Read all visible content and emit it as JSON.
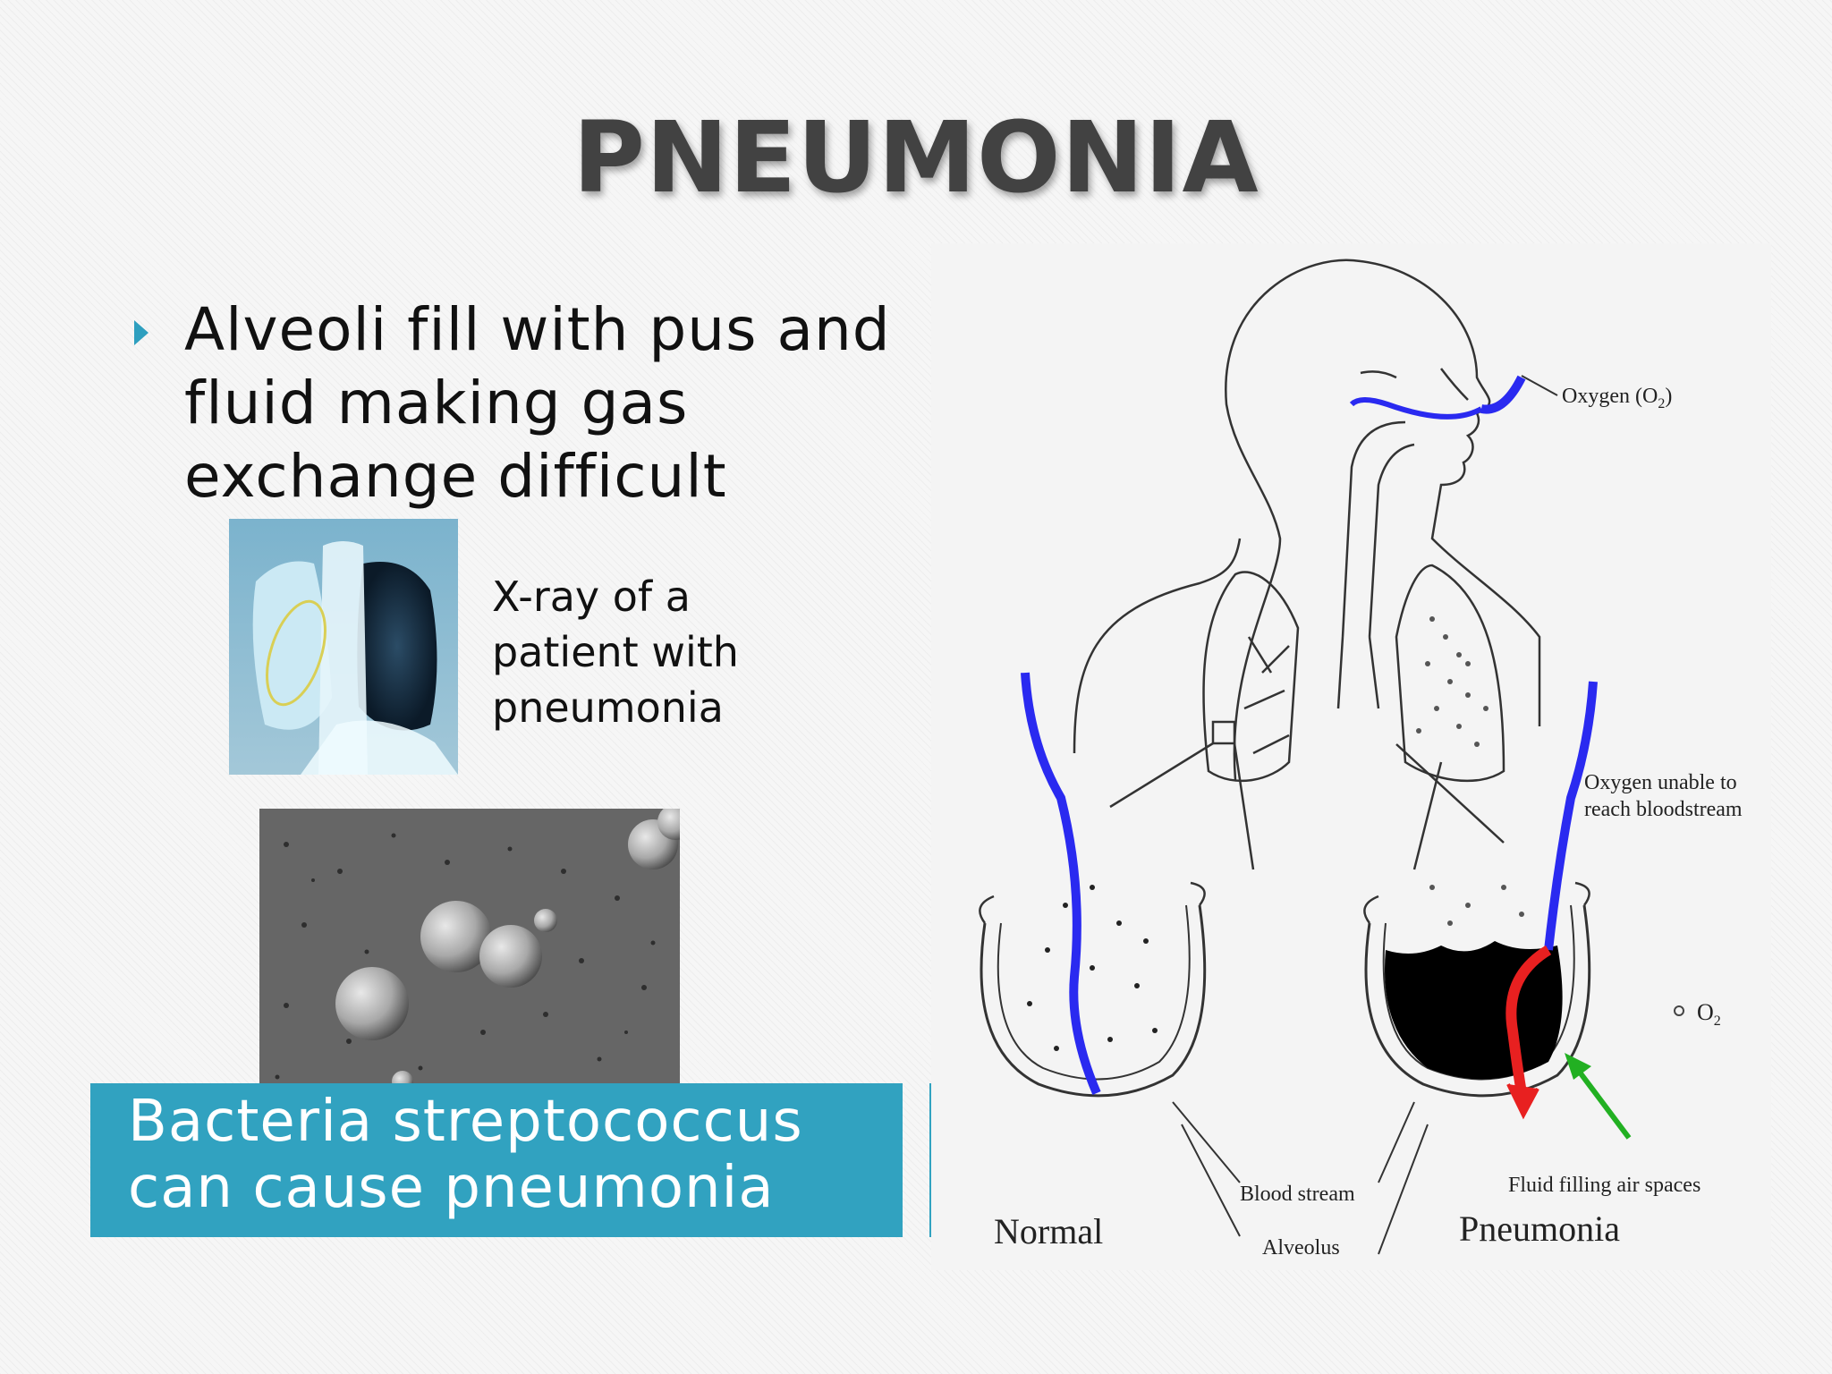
{
  "slide": {
    "title": "PNEUMONIA",
    "bullet": "Alveoli fill with pus and fluid making gas exchange difficult",
    "xray_caption": "X-ray of a patient with pneumonia",
    "bacteria_caption": "Bacteria streptococcus can cause pneumonia"
  },
  "diagram": {
    "label_oxygen": "Oxygen (O",
    "label_oxygen_sub": "2",
    "label_oxygen_close": ")",
    "label_unable_1": "Oxygen unable to",
    "label_unable_2": "reach bloodstream",
    "label_o2": "O",
    "label_o2_sub": "2",
    "label_blood": "Blood stream",
    "label_alveolus": "Alveolus",
    "label_fluid": "Fluid filling air spaces",
    "label_normal": "Normal",
    "label_pneumonia": "Pneumonia"
  },
  "colors": {
    "accent": "#31a2c0",
    "bullet_arrow": "#2e9fbf",
    "title_text": "#424242",
    "oxygen_flow": "#2a2af0",
    "blocked_flow": "#e82020",
    "fluid_arrow": "#22b022"
  }
}
